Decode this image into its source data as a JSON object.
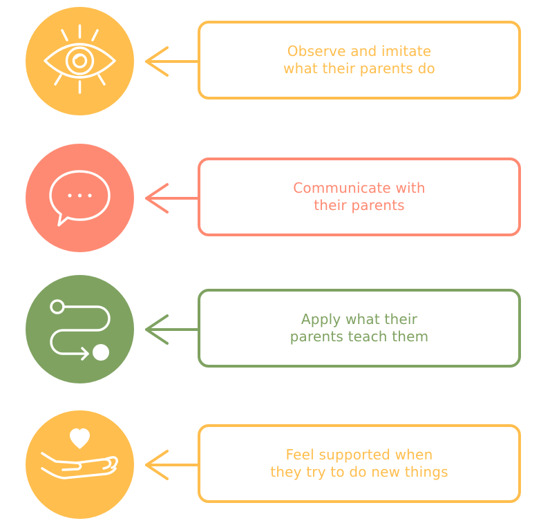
{
  "steps": [
    {
      "line1": "Observe and imitate",
      "line2": "what their parents do",
      "icon": "eye-icon",
      "color": "#FFBE4E"
    },
    {
      "line1": "Communicate with",
      "line2": "their parents",
      "icon": "speech-bubble-icon",
      "color": "#FF8A73"
    },
    {
      "line1": "Apply what their",
      "line2": "parents teach them",
      "icon": "path-icon",
      "color": "#7FA261"
    },
    {
      "line1": "Feel supported when",
      "line2": "they try to do new things",
      "icon": "hand-heart-icon",
      "color": "#FFBE4E"
    }
  ]
}
